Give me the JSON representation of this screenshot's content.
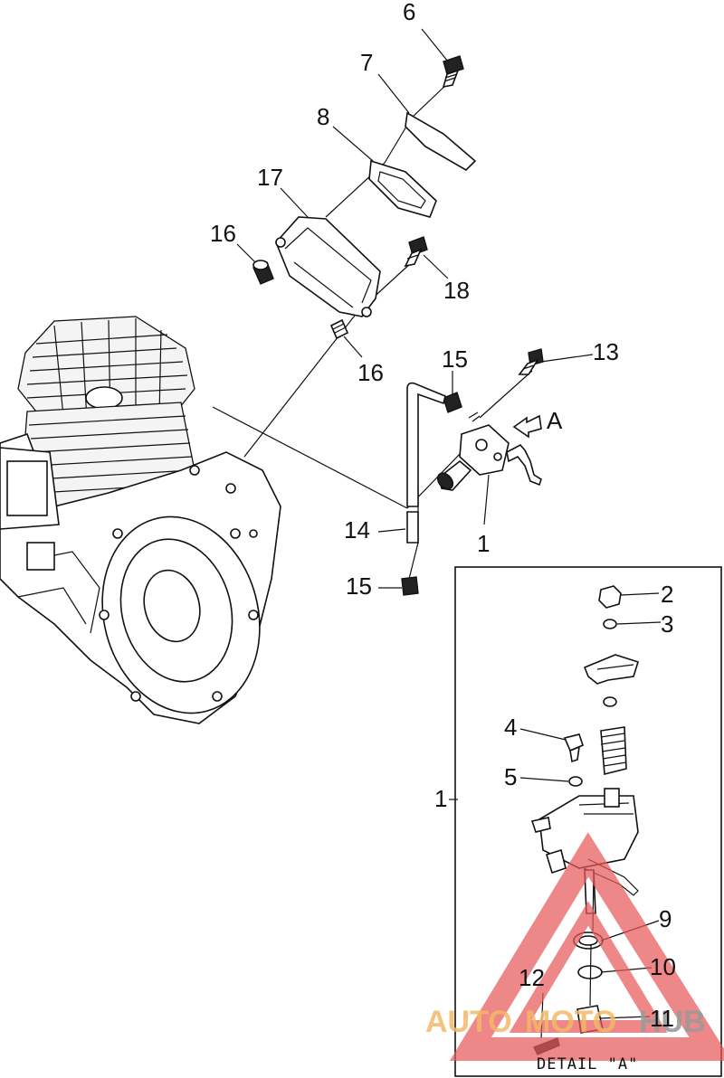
{
  "callouts": {
    "c6": "6",
    "c7": "7",
    "c8": "8",
    "c17": "17",
    "c16a": "16",
    "c18": "18",
    "c16b": "16",
    "c15a": "15",
    "c13": "13",
    "cA": "A",
    "c14": "14",
    "c1a": "1",
    "c15b": "15",
    "c2": "2",
    "c3": "3",
    "c4": "4",
    "c5": "5",
    "c1b": "1",
    "c9": "9",
    "c10": "10",
    "c12": "12",
    "c11": "11"
  },
  "detail_caption": "DETAIL \"A\"",
  "watermark": {
    "part1": "AUTO",
    "part2": "MOTO",
    "part3": "HUB",
    "color_red": "#e85a5a",
    "color_orange": "#f2b866",
    "color_gray": "#9a9a9a"
  }
}
